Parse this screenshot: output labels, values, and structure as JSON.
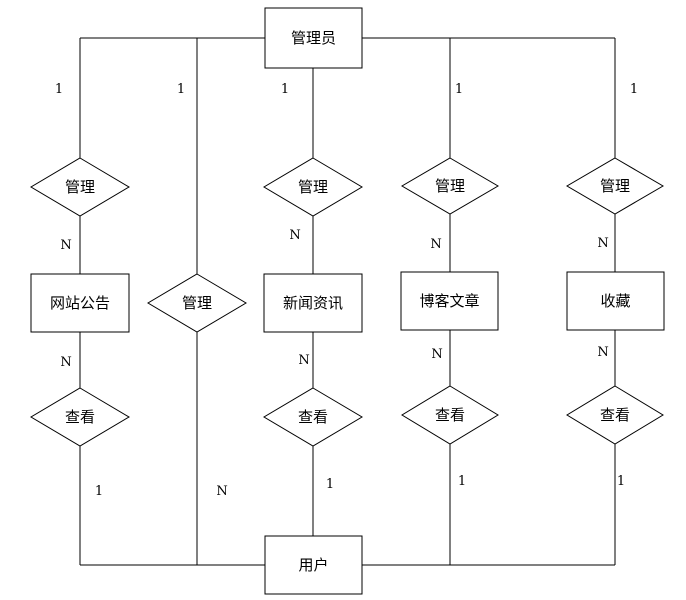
{
  "entities": {
    "admin": "管理员",
    "announcement": "网站公告",
    "news": "新闻资讯",
    "blog": "博客文章",
    "favorite": "收藏",
    "user": "用户"
  },
  "relations": {
    "manage": "管理",
    "view": "查看"
  },
  "cardinality": {
    "one": "1",
    "many": "N"
  }
}
